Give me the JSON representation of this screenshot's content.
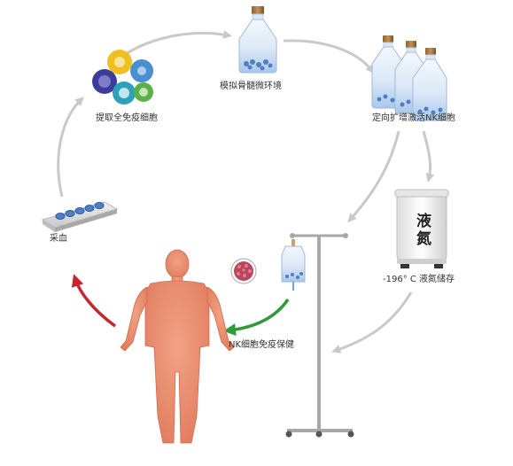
{
  "steps": {
    "blood_collection": "采血",
    "extract_cells": "提取全免疫细胞",
    "bone_marrow_env": "模拟骨髓微环境",
    "nk_expansion": "定向扩增激活NK细胞",
    "nitrogen_storage": "-196° C 液氮储存",
    "nk_infusion": "NK细胞免疫保健"
  },
  "tank_label": "液氮",
  "colors": {
    "flow_arrow": "#c9c9c9",
    "return_arrow": "#c8242b",
    "infusion_arrow": "#2f9a3a",
    "body": "#e8866a",
    "flask_blue": "#4f7fc2"
  }
}
